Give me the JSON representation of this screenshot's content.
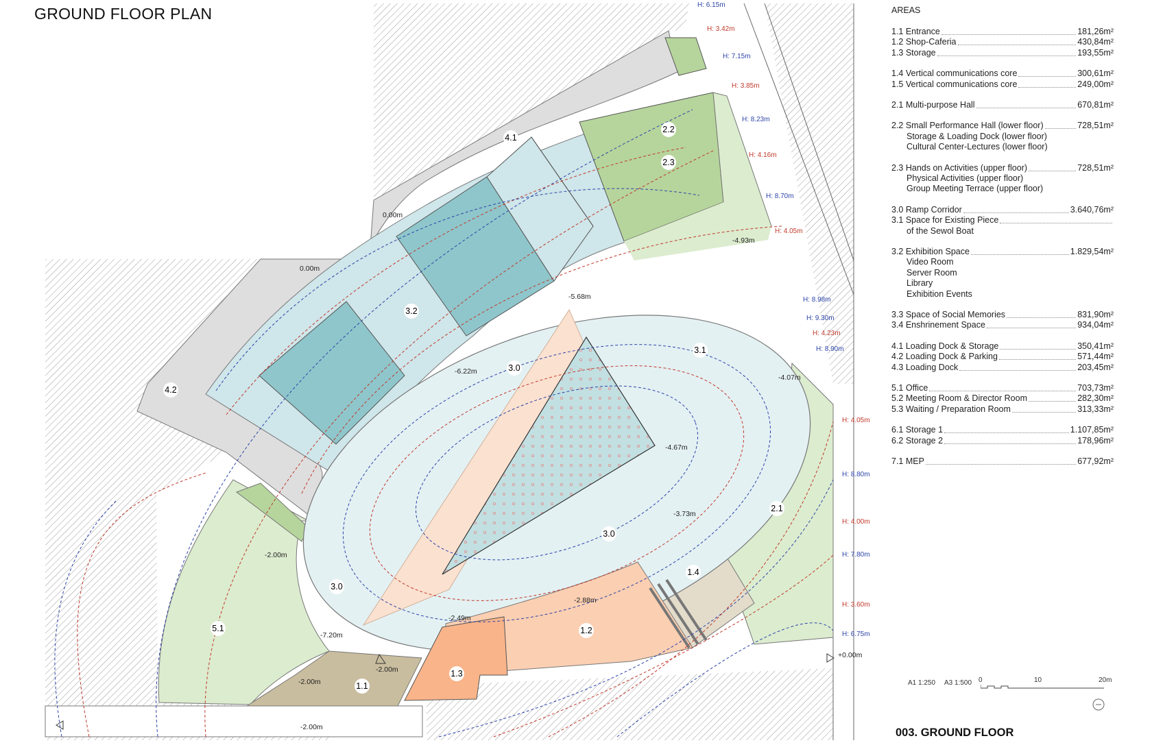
{
  "title": "GROUND FLOOR PLAN",
  "sheet_title": "003. GROUND FLOOR",
  "areas_heading": "AREAS",
  "areas": [
    {
      "label": "1.1 Entrance",
      "value": "181,26m²",
      "sub": []
    },
    {
      "label": "1.2 Shop-Caferia",
      "value": "430,84m²",
      "sub": []
    },
    {
      "label": "1.3 Storage",
      "value": "193,55m²",
      "sub": [],
      "gap_after": true
    },
    {
      "label": "1.4 Vertical communications core",
      "value": "300,61m²",
      "sub": []
    },
    {
      "label": "1.5 Vertical communications core",
      "value": "249,00m²",
      "sub": [],
      "gap_after": true
    },
    {
      "label": "2.1 Multi-purpose Hall",
      "value": "670,81m²",
      "sub": [],
      "gap_after": true
    },
    {
      "label": "2.2 Small Performance Hall (lower floor)",
      "value": "728,51m²",
      "sub": [
        "Storage & Loading Dock (lower floor)",
        "Cultural Center-Lectures (lower floor)"
      ],
      "gap_after": true
    },
    {
      "label": "2.3 Hands on Activities (upper floor)",
      "value": "728,51m²",
      "sub": [
        "Physical Activities (upper floor)",
        "Group Meeting Terrace (upper floor)"
      ],
      "gap_after": true
    },
    {
      "label": "3.0 Ramp Corridor",
      "value": "3.640,76m²",
      "sub": []
    },
    {
      "label": "3.1 Space for Existing Piece",
      "value": "",
      "sub": [
        "of the Sewol Boat"
      ],
      "gap_after": true
    },
    {
      "label": "3.2 Exhibition Space",
      "value": "1.829,54m²",
      "sub": [
        "Video Room",
        "Server Room",
        "Library",
        "Exhibition Events"
      ],
      "gap_after": true
    },
    {
      "label": "3.3 Space of Social Memories",
      "value": "831,90m²",
      "sub": []
    },
    {
      "label": "3.4 Enshrinement Space",
      "value": "934,04m²",
      "sub": [],
      "gap_after": true
    },
    {
      "label": "4.1 Loading Dock & Storage",
      "value": "350,41m²",
      "sub": []
    },
    {
      "label": "4.2 Loading Dock & Parking",
      "value": "571,44m²",
      "sub": []
    },
    {
      "label": "4.3 Loading Dock",
      "value": "203,45m²",
      "sub": [],
      "gap_after": true
    },
    {
      "label": "5.1 Office",
      "value": "703,73m²",
      "sub": []
    },
    {
      "label": "5.2 Meeting Room & Director Room",
      "value": "282,30m²",
      "sub": []
    },
    {
      "label": "5.3 Waiting / Preparation Room",
      "value": "313,33m²",
      "sub": [],
      "gap_after": true
    },
    {
      "label": "6.1 Storage 1",
      "value": "1.107,85m²",
      "sub": []
    },
    {
      "label": "6.2 Storage 2",
      "value": "178,96m²",
      "sub": [],
      "gap_after": true
    },
    {
      "label": "7.1 MEP",
      "value": "677,92m²",
      "sub": []
    }
  ],
  "scale": {
    "ratio_a1": "A1 1:250",
    "ratio_a3": "A3 1:500",
    "ticks": [
      "0",
      "10",
      "20m"
    ]
  },
  "room_labels": {
    "r41": "4.1",
    "r22": "2.2",
    "r23": "2.3",
    "r32": "3.2",
    "r31": "3.1",
    "r30a": "3.0",
    "r30b": "3.0",
    "r30c": "3.0",
    "r42": "4.2",
    "r21": "2.1",
    "r14": "1.4",
    "r12": "1.2",
    "r13": "1.3",
    "r11": "1.1",
    "r51": "5.1"
  },
  "levels": {
    "l000a": "0.00m",
    "l000b": "0.00m",
    "l493": "-4.93m",
    "l568": "-5.68m",
    "l622": "-6.22m",
    "l407": "-4.07m",
    "l467": "-4.67m",
    "l373": "-3.73m",
    "l288": "-2.88m",
    "l249": "-2.49m",
    "l720": "-7.20m",
    "l200a": "-2.00m",
    "l200b": "-2.00m",
    "l200c": "-2.00m",
    "l200d": "-2.00m",
    "lp000": "+0.00m"
  },
  "heights_blue": {
    "h615": "H: 6.15m",
    "h715": "H: 7.15m",
    "h823": "H: 8.23m",
    "h870": "H: 8.70m",
    "h898": "H: 8.98m",
    "h930": "H: 9.30m",
    "h890": "H: 8.90m",
    "h880": "H: 8.80m",
    "h780": "H: 7.80m",
    "h675": "H: 6.75m"
  },
  "heights_red": {
    "h342": "H: 3.42m",
    "h385": "H: 3.85m",
    "h416": "H: 4.16m",
    "h405a": "H: 4.05m",
    "h423": "H: 4.23m",
    "h405b": "H: 4.05m",
    "h400": "H: 4.00m",
    "h360": "H: 3.60m"
  },
  "colors": {
    "hatch": "#9a9a9a",
    "loading_grey": "#dedede",
    "exhibition_light": "#cfe6ea",
    "exhibition_dark": "#8fc6cb",
    "ramp": "#e4f1f3",
    "triangle_boat": "#c2e0e2",
    "salmon": "#fbe1d0",
    "shop": "#fbcfb2",
    "storage_orange": "#f9b48a",
    "green_light": "#dceccf",
    "green_mid": "#b6d59c",
    "tan": "#c9bd9f",
    "tan_light": "#e3dccb",
    "contour_red": "#c0392b",
    "contour_blue": "#2c44a8"
  }
}
